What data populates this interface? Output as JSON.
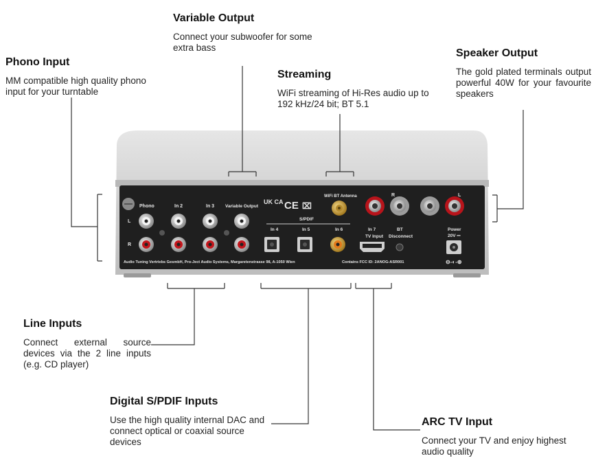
{
  "callouts": {
    "variable_output": {
      "title": "Variable Output",
      "text": "Connect your subwoofer for some extra bass"
    },
    "phono_input": {
      "title": "Phono Input",
      "text": "MM compatible high quality phono input for your turntable"
    },
    "streaming": {
      "title": "Streaming",
      "text": "WiFi streaming of Hi-Res audio up to 192 kHz/24 bit; BT 5.1"
    },
    "speaker_output": {
      "title": "Speaker Output",
      "text": "The gold plated terminals output powerful 40W for your favourite speakers"
    },
    "line_inputs": {
      "title": "Line Inputs",
      "text": "Connect external source devices via the 2 line inputs (e.g. CD player)"
    },
    "digital_inputs": {
      "title": "Digital S/PDIF Inputs",
      "text": "Use the high quality internal DAC and connect optical or coaxial source devices"
    },
    "arc_input": {
      "title": "ARC TV Input",
      "text": "Connect your TV and enjoy highest audio quality"
    }
  },
  "panel": {
    "phono": "Phono",
    "in2": "In 2",
    "in3": "In 3",
    "variable_output": "Variable Output",
    "wifi_bt_antenna": "WiFi BT Antenna",
    "spdif": "S/PDIF",
    "in4": "In 4",
    "in5": "In 5",
    "in6": "In 6",
    "in7": "In 7",
    "tv_input": "TV Input",
    "bt": "BT",
    "disconnect": "Disconnect",
    "power": "Power",
    "power_rating": "20V ⎓",
    "l": "L",
    "r": "R",
    "cert_ukca": "UK CA",
    "cert_ce": "CE",
    "footer_left": "Audio Tuning Vertriebs GesmbH, Pro-Ject Audio Systems, Margaretenstrasse 98, A-1050 Wien",
    "footer_right": "Contains FCC ID: 2ANOG-ASR001"
  },
  "colors": {
    "chassis": "#c9c9c9",
    "panel": "#1f1f1f",
    "left_channel": "#e8e8e8",
    "right_channel": "#c4161c",
    "gold": "#d4a73a"
  }
}
